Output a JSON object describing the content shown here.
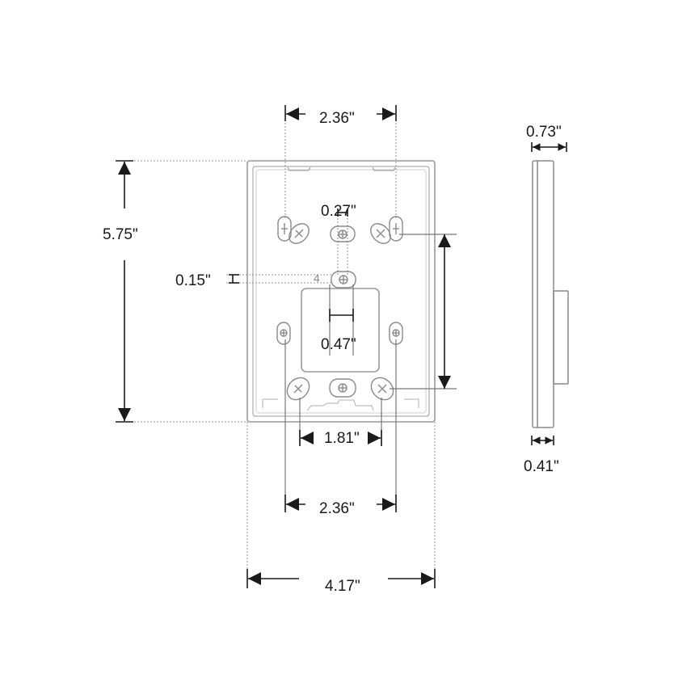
{
  "title": "Wall mounting plate dimension drawing",
  "views": {
    "front": "front view of mounting plate",
    "side": "side profile view"
  },
  "dimensions": {
    "top_hole_spacing": "2.36\"",
    "overall_height": "5.75\"",
    "slot_width": "0.27\"",
    "slot_offset": "0.15\"",
    "center_slot_width": "0.47\"",
    "bottom_inner_hole_spacing": "1.81\"",
    "bottom_hole_spacing": "2.36\"",
    "overall_width": "4.17\"",
    "side_total_depth": "0.73\"",
    "side_plate_depth": "0.41\"",
    "small_mark": "4"
  },
  "colors": {
    "line": "#8a8a8a",
    "outline": "#9a9a9a",
    "dimension": "#1a1a1a",
    "background": "#ffffff"
  }
}
